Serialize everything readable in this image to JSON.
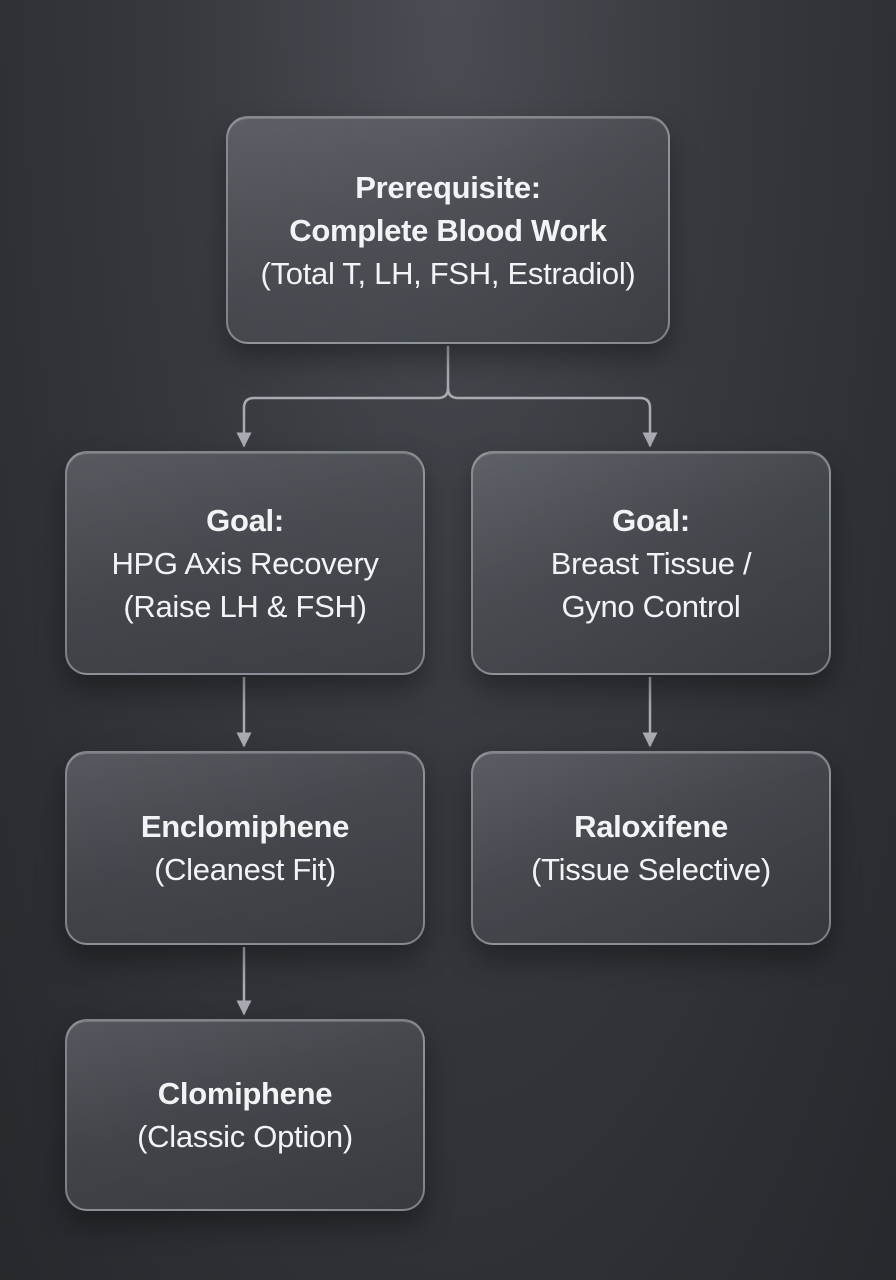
{
  "colors": {
    "connector": "#a8abb1",
    "text": "#f2f3f5"
  },
  "nodes": {
    "prerequisite": {
      "lines": [
        "Prerequisite:",
        "Complete Blood Work",
        "(Total T, LH, FSH, Estradiol)"
      ]
    },
    "hpg_recovery": {
      "lines": [
        "Goal:",
        "HPG Axis Recovery",
        "(Raise LH & FSH)"
      ]
    },
    "gyno_control": {
      "lines": [
        "Goal:",
        "Breast Tissue /",
        "Gyno Control"
      ]
    },
    "enclomiphene": {
      "lines": [
        "Enclomiphene",
        "(Cleanest Fit)"
      ]
    },
    "raloxifene": {
      "lines": [
        "Raloxifene",
        "(Tissue Selective)"
      ]
    },
    "clomiphene": {
      "lines": [
        "Clomiphene",
        "(Classic Option)"
      ]
    }
  },
  "edges": [
    {
      "from": "prerequisite",
      "to": "hpg_recovery"
    },
    {
      "from": "prerequisite",
      "to": "gyno_control"
    },
    {
      "from": "hpg_recovery",
      "to": "enclomiphene"
    },
    {
      "from": "gyno_control",
      "to": "raloxifene"
    },
    {
      "from": "enclomiphene",
      "to": "clomiphene"
    }
  ]
}
